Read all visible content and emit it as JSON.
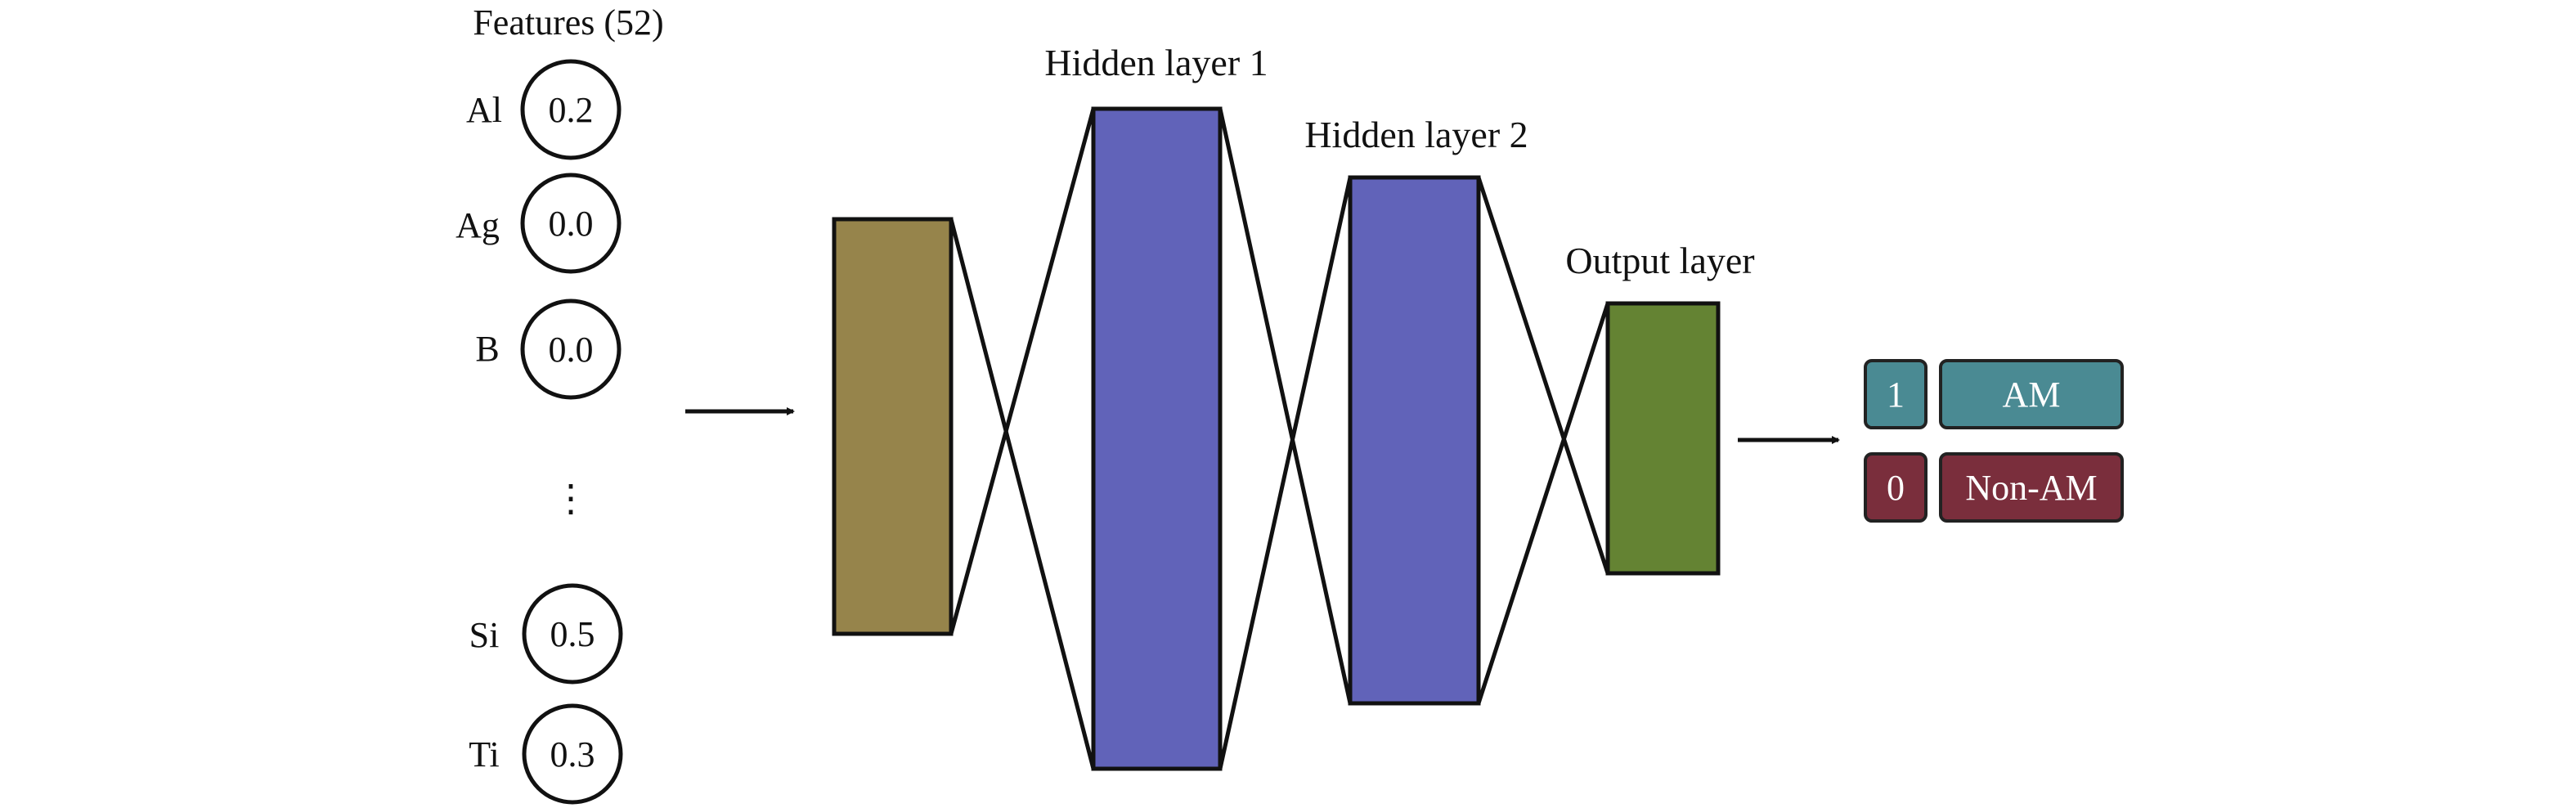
{
  "features": {
    "title": "Features (52)",
    "items": [
      {
        "name": "Al",
        "value": "0.2"
      },
      {
        "name": "Ag",
        "value": "0.0"
      },
      {
        "name": "B",
        "value": "0.0"
      },
      {
        "name": "Si",
        "value": "0.5"
      },
      {
        "name": "Ti",
        "value": "0.3"
      }
    ],
    "ellipsis": "⋮"
  },
  "layers": {
    "hidden1": "Hidden layer 1",
    "hidden2": "Hidden layer 2",
    "output": "Output layer"
  },
  "outputs": [
    {
      "code": "1",
      "label": "AM"
    },
    {
      "code": "0",
      "label": "Non-AM"
    }
  ],
  "colors": {
    "input_layer": "#96844b",
    "hidden_layer": "#6163b9",
    "output_layer": "#648333",
    "am": "#4a8a93",
    "non_am": "#7a2e3c"
  }
}
